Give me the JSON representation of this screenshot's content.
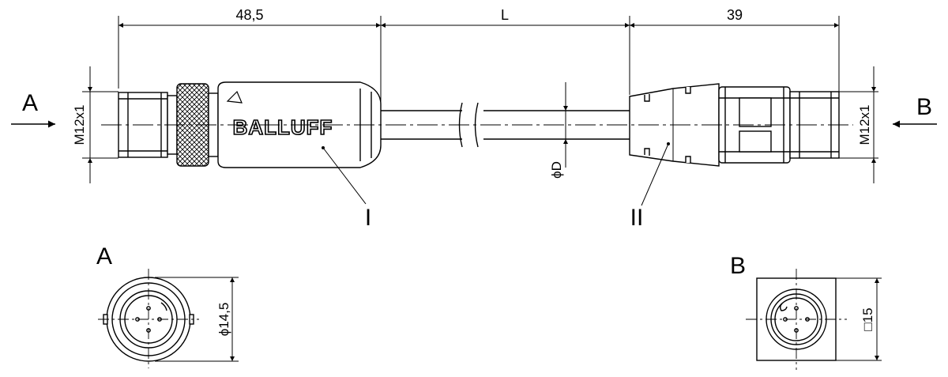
{
  "dimensions": {
    "left_length": "48,5",
    "cable_length": "L",
    "right_length": "39",
    "thread_left": "M12x1",
    "thread_right": "M12x1",
    "cable_diameter": "ϕD",
    "face_a_diameter": "ϕ14,5",
    "face_b_square": "□15"
  },
  "views": {
    "arrow_a": "A",
    "arrow_b": "B",
    "face_a_title": "A",
    "face_b_title": "B"
  },
  "callouts": {
    "connector_1": "I",
    "connector_2": "II"
  },
  "brand": {
    "logo_text": "BALLUFF"
  }
}
